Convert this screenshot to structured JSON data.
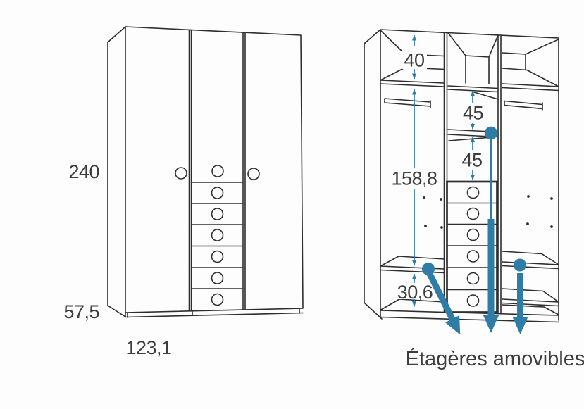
{
  "front_view": {
    "height": "240",
    "depth": "57,5",
    "width": "123,1"
  },
  "interior_view": {
    "top_compartment": "40",
    "gap_above_removable_shelf": "45",
    "gap_below_removable_shelf": "45",
    "hanging_space": "158,8",
    "bottom_compartment": "30,6",
    "callout": "Étagères amovibles"
  },
  "colors": {
    "line": "#2e2e2e",
    "annotation": "#2f7ca6",
    "label": "#3d3d3d",
    "background": "#fdfdfd"
  }
}
